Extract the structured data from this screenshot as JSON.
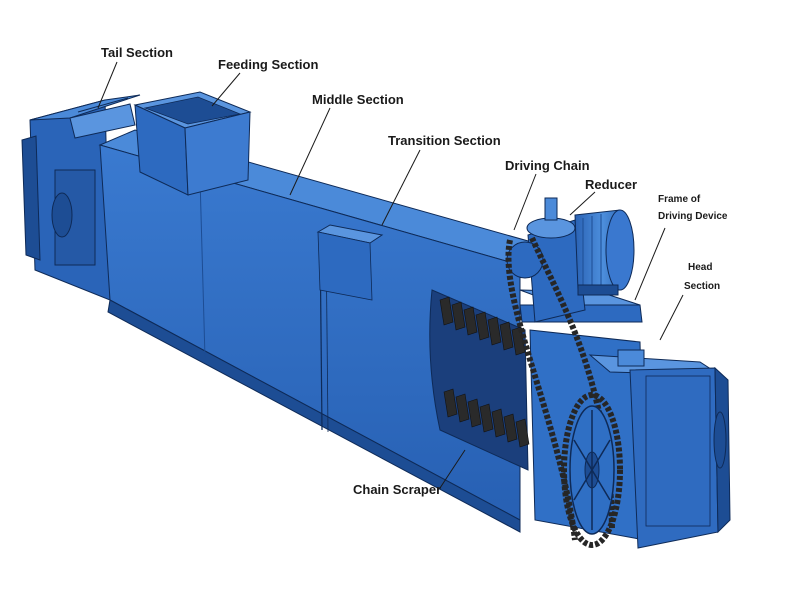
{
  "diagram": {
    "colors": {
      "body": "#2f6fc4",
      "body_dark": "#1d4d94",
      "body_light": "#4b8ad9",
      "outline": "#0e2a57",
      "chain": "#262626",
      "scraper": "#2a2a2a",
      "background": "#ffffff",
      "leader": "#1a1a1a"
    },
    "labels": {
      "tail_section": "Tail Section",
      "feeding_section": "Feeding Section",
      "middle_section": "Middle Section",
      "transition_section": "Transition Section",
      "driving_chain": "Driving Chain",
      "reducer": "Reducer",
      "frame_line1": "Frame of",
      "frame_line2": "Driving Device",
      "head_line1": "Head",
      "head_line2": "Section",
      "chain_scraper": "Chain Scraper"
    }
  }
}
